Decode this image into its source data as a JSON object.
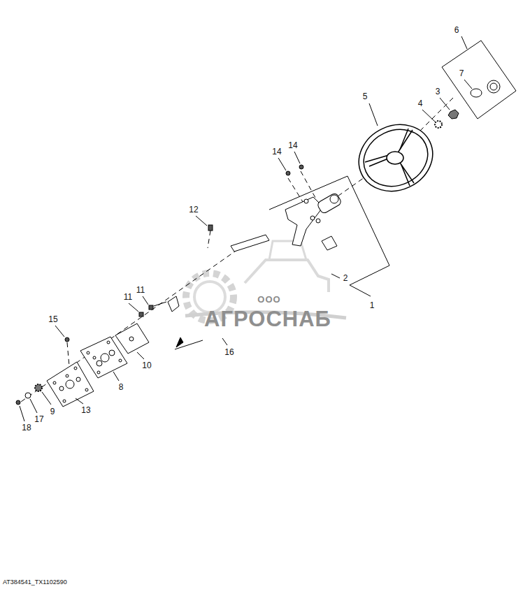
{
  "diagram": {
    "labels": [
      "6",
      "7",
      "5",
      "3",
      "4",
      "14",
      "14",
      "12",
      "2",
      "1",
      "11",
      "11",
      "15",
      "10",
      "16",
      "8",
      "13",
      "9",
      "17",
      "18",
      "ООО",
      "АГРОСНАБ",
      "AT384541_TX1102590"
    ]
  }
}
